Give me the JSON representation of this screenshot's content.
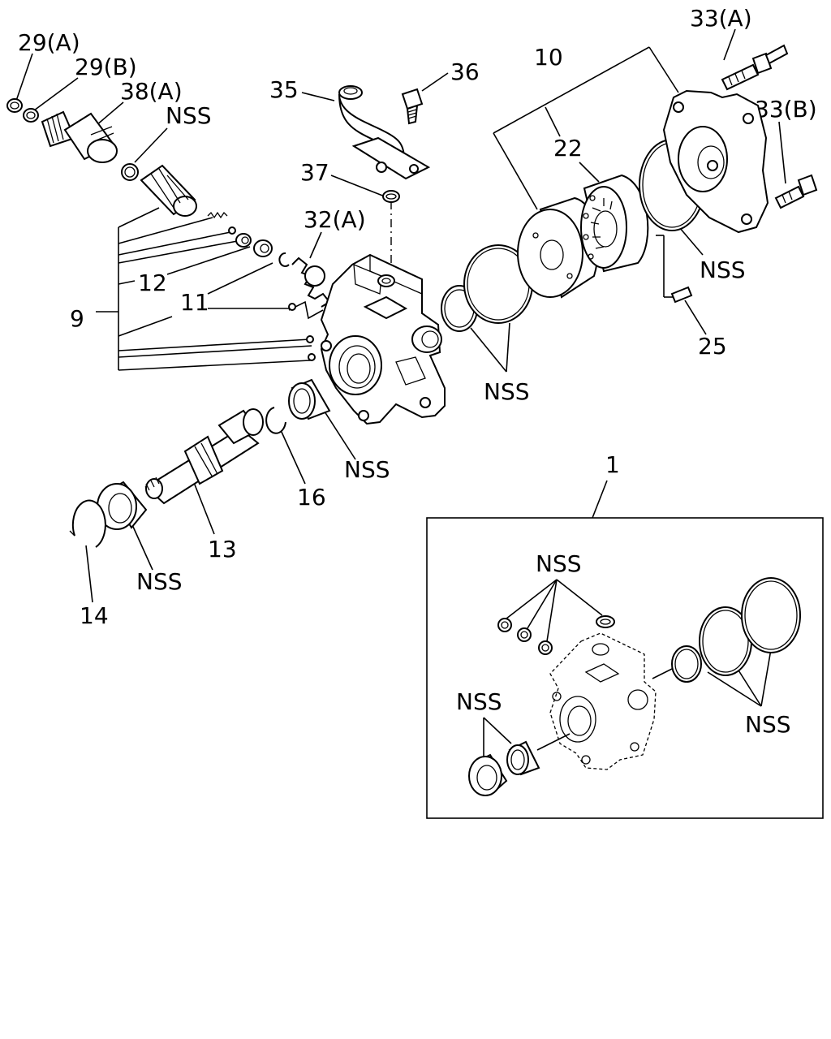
{
  "labels": {
    "l29a": "29(A)",
    "l29b": "29(B)",
    "l38a": "38(A)",
    "nss_top": "NSS",
    "l35": "35",
    "l36": "36",
    "l37": "37",
    "l32a": "32(A)",
    "l10": "10",
    "l22": "22",
    "l33a": "33(A)",
    "l33b": "33(B)",
    "nss_cover": "NSS",
    "l25": "25",
    "l12": "12",
    "l11": "11",
    "l9": "9",
    "nss_rings": "NSS",
    "nss_bush": "NSS",
    "l16": "16",
    "l13": "13",
    "nss_seal": "NSS",
    "l14": "14",
    "l1": "1",
    "nss_kit_top": "NSS",
    "nss_kit_left": "NSS",
    "nss_kit_right": "NSS"
  }
}
